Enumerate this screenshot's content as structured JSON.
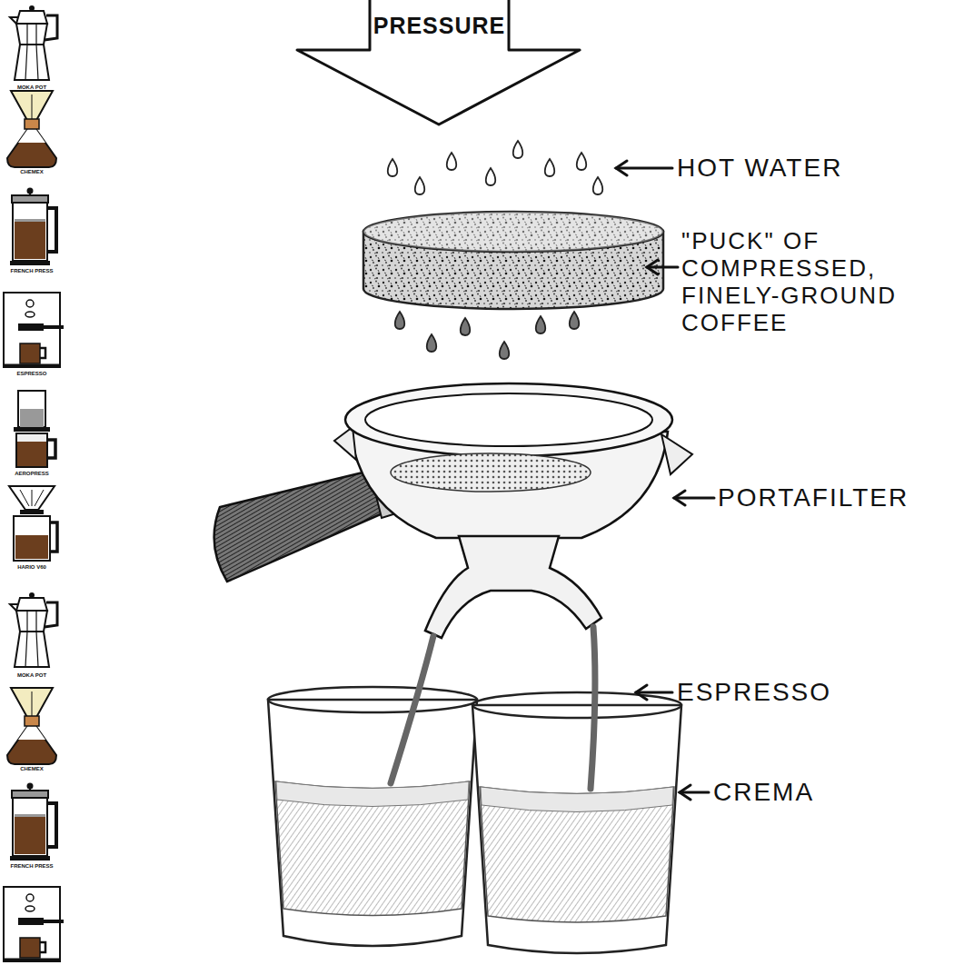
{
  "diagram": {
    "nodes": [
      {
        "text": [
          "PRESSURE"
        ]
      }
    ],
    "labels": [
      "MOKA POT",
      "CHEMEX",
      "FRENCH PRESS",
      "ESPRESSO",
      "AEROPRESS",
      "HARIO V60",
      "MOKA POT",
      "CHEMEX",
      "FRENCH PRESS",
      "HOT WATER",
      "\"PUCK\" OF COMPRESSED, FINELY-GROUND COFFEE",
      "PORTAFILTER",
      "ESPRESSO",
      "CREMA"
    ]
  }
}
